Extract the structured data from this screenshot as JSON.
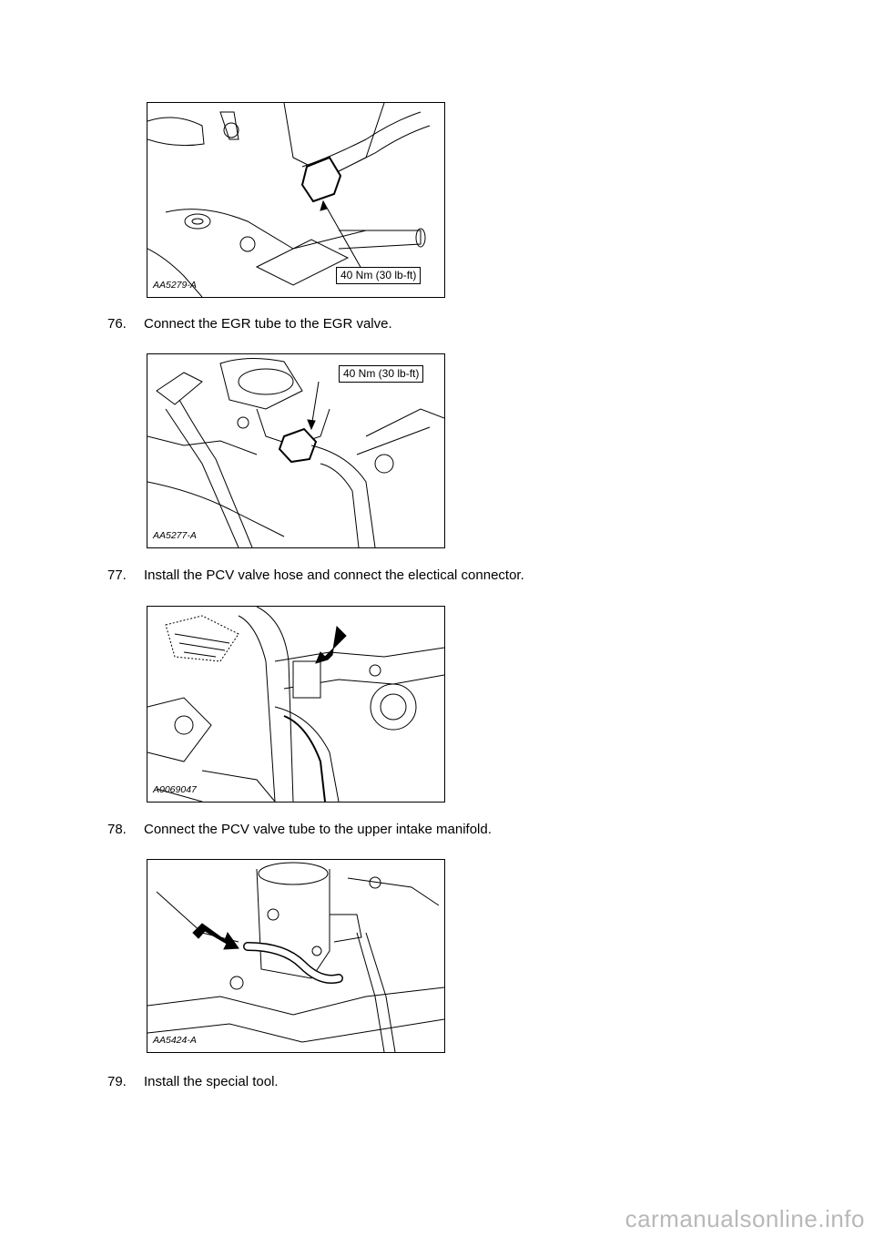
{
  "figures": [
    {
      "id": "AA5279-A",
      "callout": "40 Nm (30 lb-ft)"
    },
    {
      "id": "AA5277-A",
      "callout": "40 Nm (30 lb-ft)"
    },
    {
      "id": "A0069047"
    },
    {
      "id": "AA5424-A"
    }
  ],
  "steps": [
    {
      "number": "76.",
      "text": "Connect the EGR tube to the EGR valve."
    },
    {
      "number": "77.",
      "text": "Install the PCV valve hose and connect the electical connector."
    },
    {
      "number": "78.",
      "text": "Connect the PCV valve tube to the upper intake manifold."
    },
    {
      "number": "79.",
      "text": "Install the special tool."
    }
  ],
  "watermark": "carmanualsonline.info"
}
